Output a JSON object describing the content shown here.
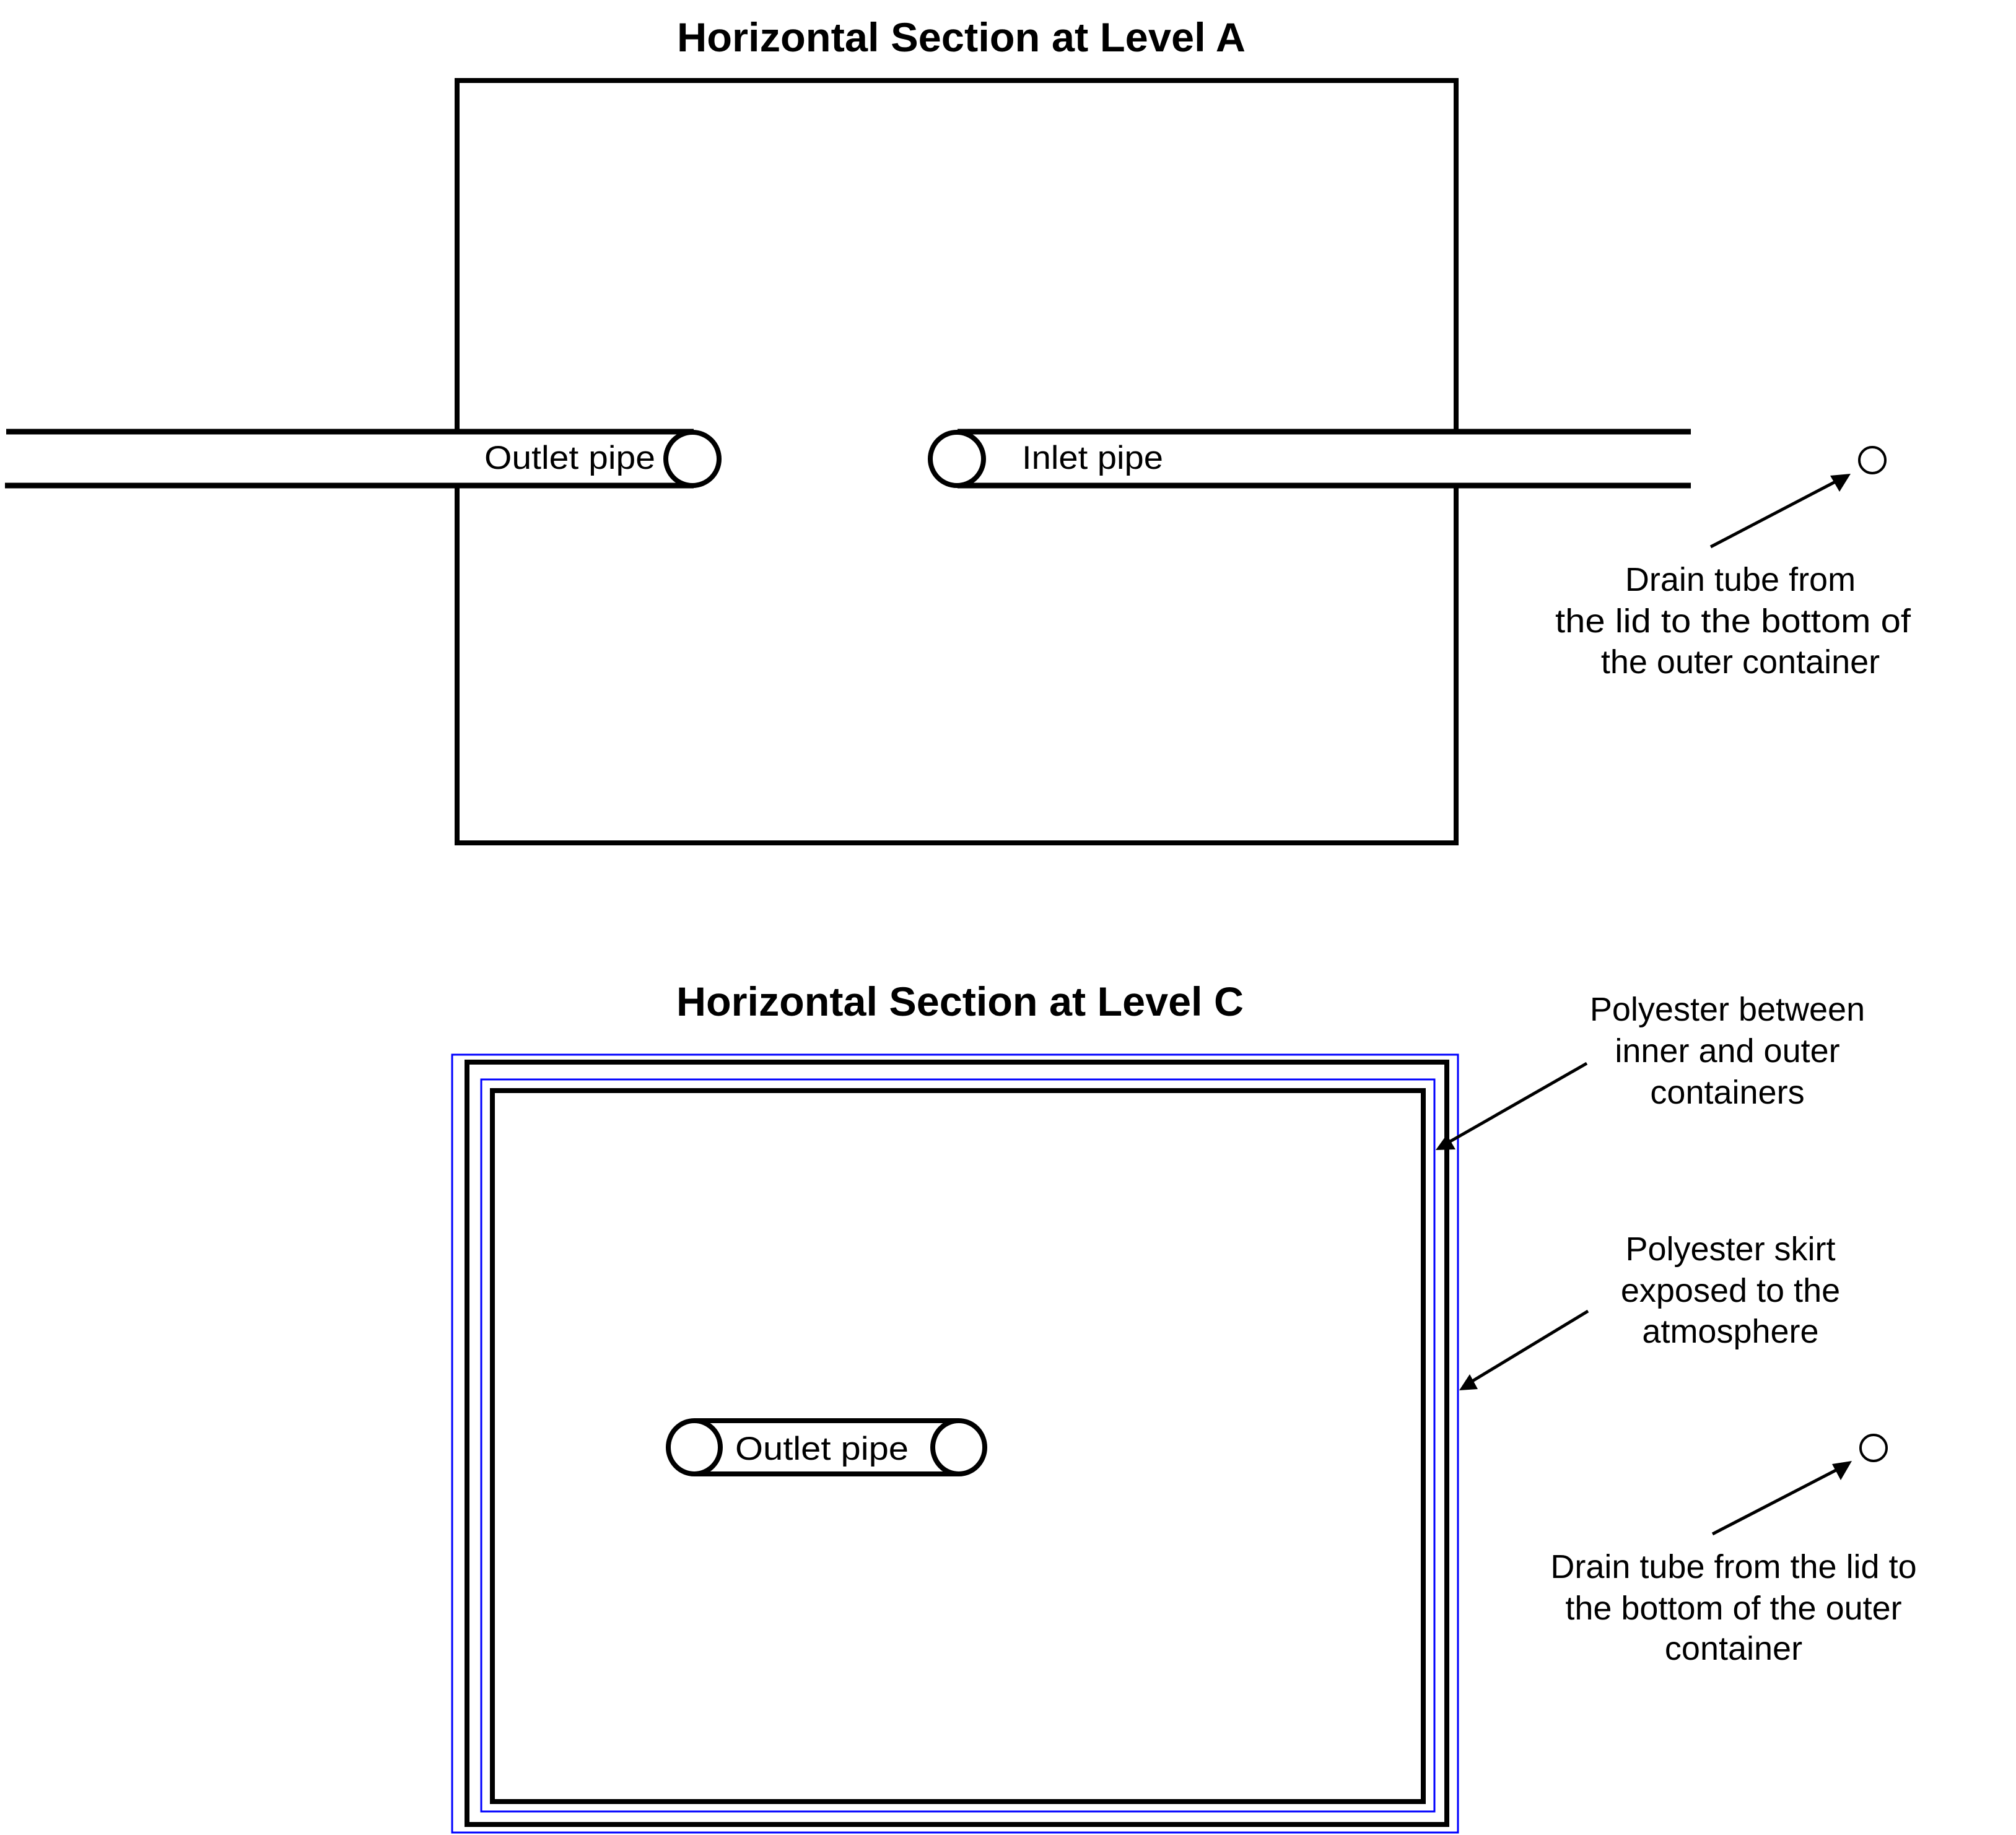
{
  "colors": {
    "stroke": "#000000",
    "polyester": "#0000ff",
    "background": "#ffffff"
  },
  "section_a": {
    "title": "Horizontal Section at Level A",
    "outlet_pipe_label": "Outlet pipe",
    "inlet_pipe_label": "Inlet pipe",
    "drain_tube_label": [
      "Drain tube from",
      "the lid to the bottom of",
      "the outer container"
    ]
  },
  "section_c": {
    "title": "Horizontal Section at Level C",
    "outlet_pipe_label": "Outlet pipe",
    "polyester_between_label": [
      "Polyester between",
      "inner and outer",
      "containers"
    ],
    "polyester_skirt_label": [
      "Polyester skirt",
      "exposed to the",
      "atmosphere"
    ],
    "drain_tube_label": [
      "Drain tube from the lid to",
      "the bottom of the outer",
      "container"
    ]
  }
}
